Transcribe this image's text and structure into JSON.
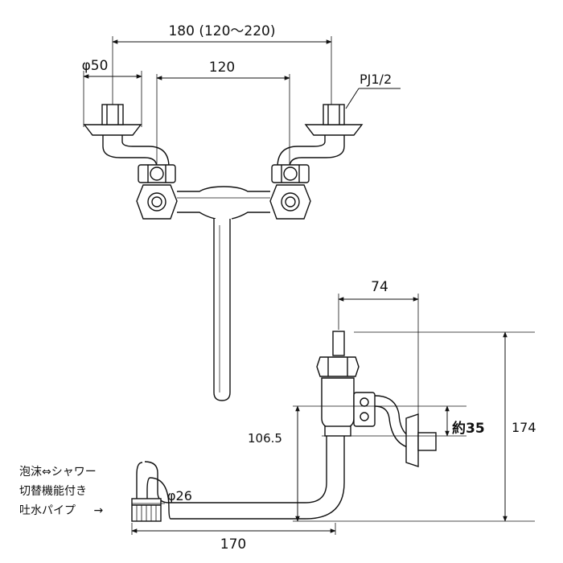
{
  "dimensions": {
    "overall_width": "180 (120～220)",
    "flange_diameter": "φ50",
    "center_distance": "120",
    "thread_spec": "PJ1/2",
    "projection": "74",
    "total_height": "174",
    "spout_height": "106.5",
    "approx_depth": "約35",
    "spout_diameter": "φ26",
    "spout_reach": "170"
  },
  "note": {
    "line1": "泡沫⇔シャワー",
    "line2": "切替機能付き",
    "line3": "吐水パイプ",
    "arrow": "→"
  },
  "colors": {
    "line": "#111111",
    "body": "#ffffff"
  }
}
